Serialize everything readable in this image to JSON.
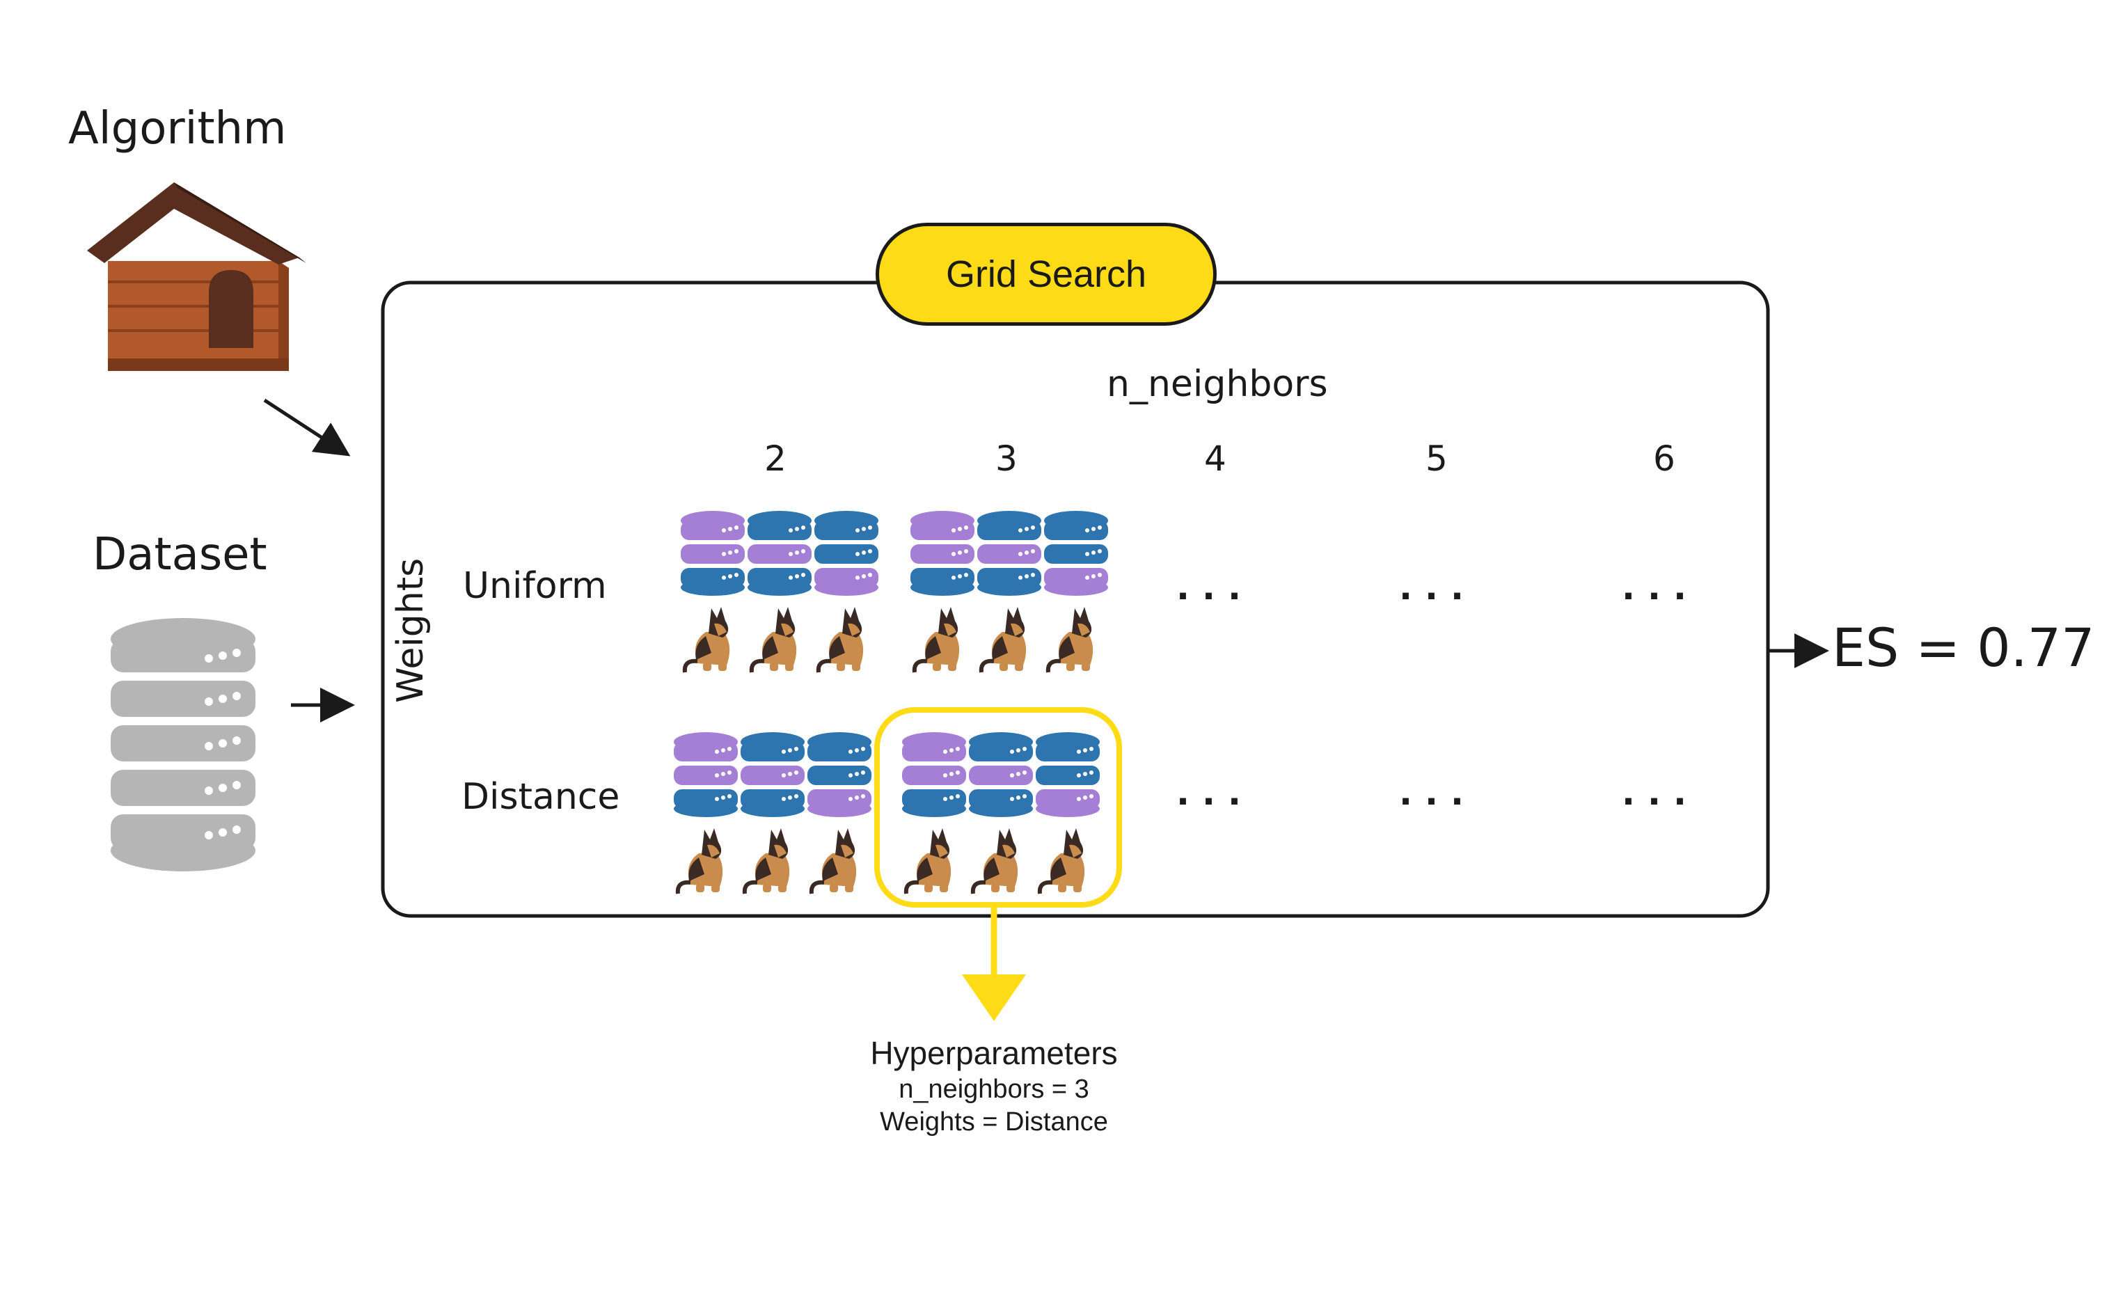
{
  "title_algorithm": "Algorithm",
  "title_dataset": "Dataset",
  "grid_search_label": "Grid Search",
  "x_axis_label": "n_neighbors",
  "y_axis_label": "Weights",
  "columns": [
    "2",
    "3",
    "4",
    "5",
    "6"
  ],
  "rows": [
    "Uniform",
    "Distance"
  ],
  "ellipsis": "...",
  "result": "ES = 0.77",
  "hyperparameters": {
    "title": "Hyperparameters",
    "line1": "n_neighbors = 3",
    "line2": "Weights = Distance"
  },
  "colors": {
    "accent_yellow": "#FDDB16",
    "frame": "#1a1a1a",
    "db_purple": "#A57FD6",
    "db_blue": "#2E75B0",
    "db_grey": "#B5B5B5",
    "house_wood": "#B1592B",
    "house_roof": "#5A2E1E",
    "dog_tan": "#C98C4C",
    "dog_dark": "#3B2A24"
  },
  "icons": {
    "algorithm": "dog-house-icon",
    "dataset": "database-icon",
    "cell_database": "database-stack-icon",
    "cell_dog": "dog-icon"
  }
}
